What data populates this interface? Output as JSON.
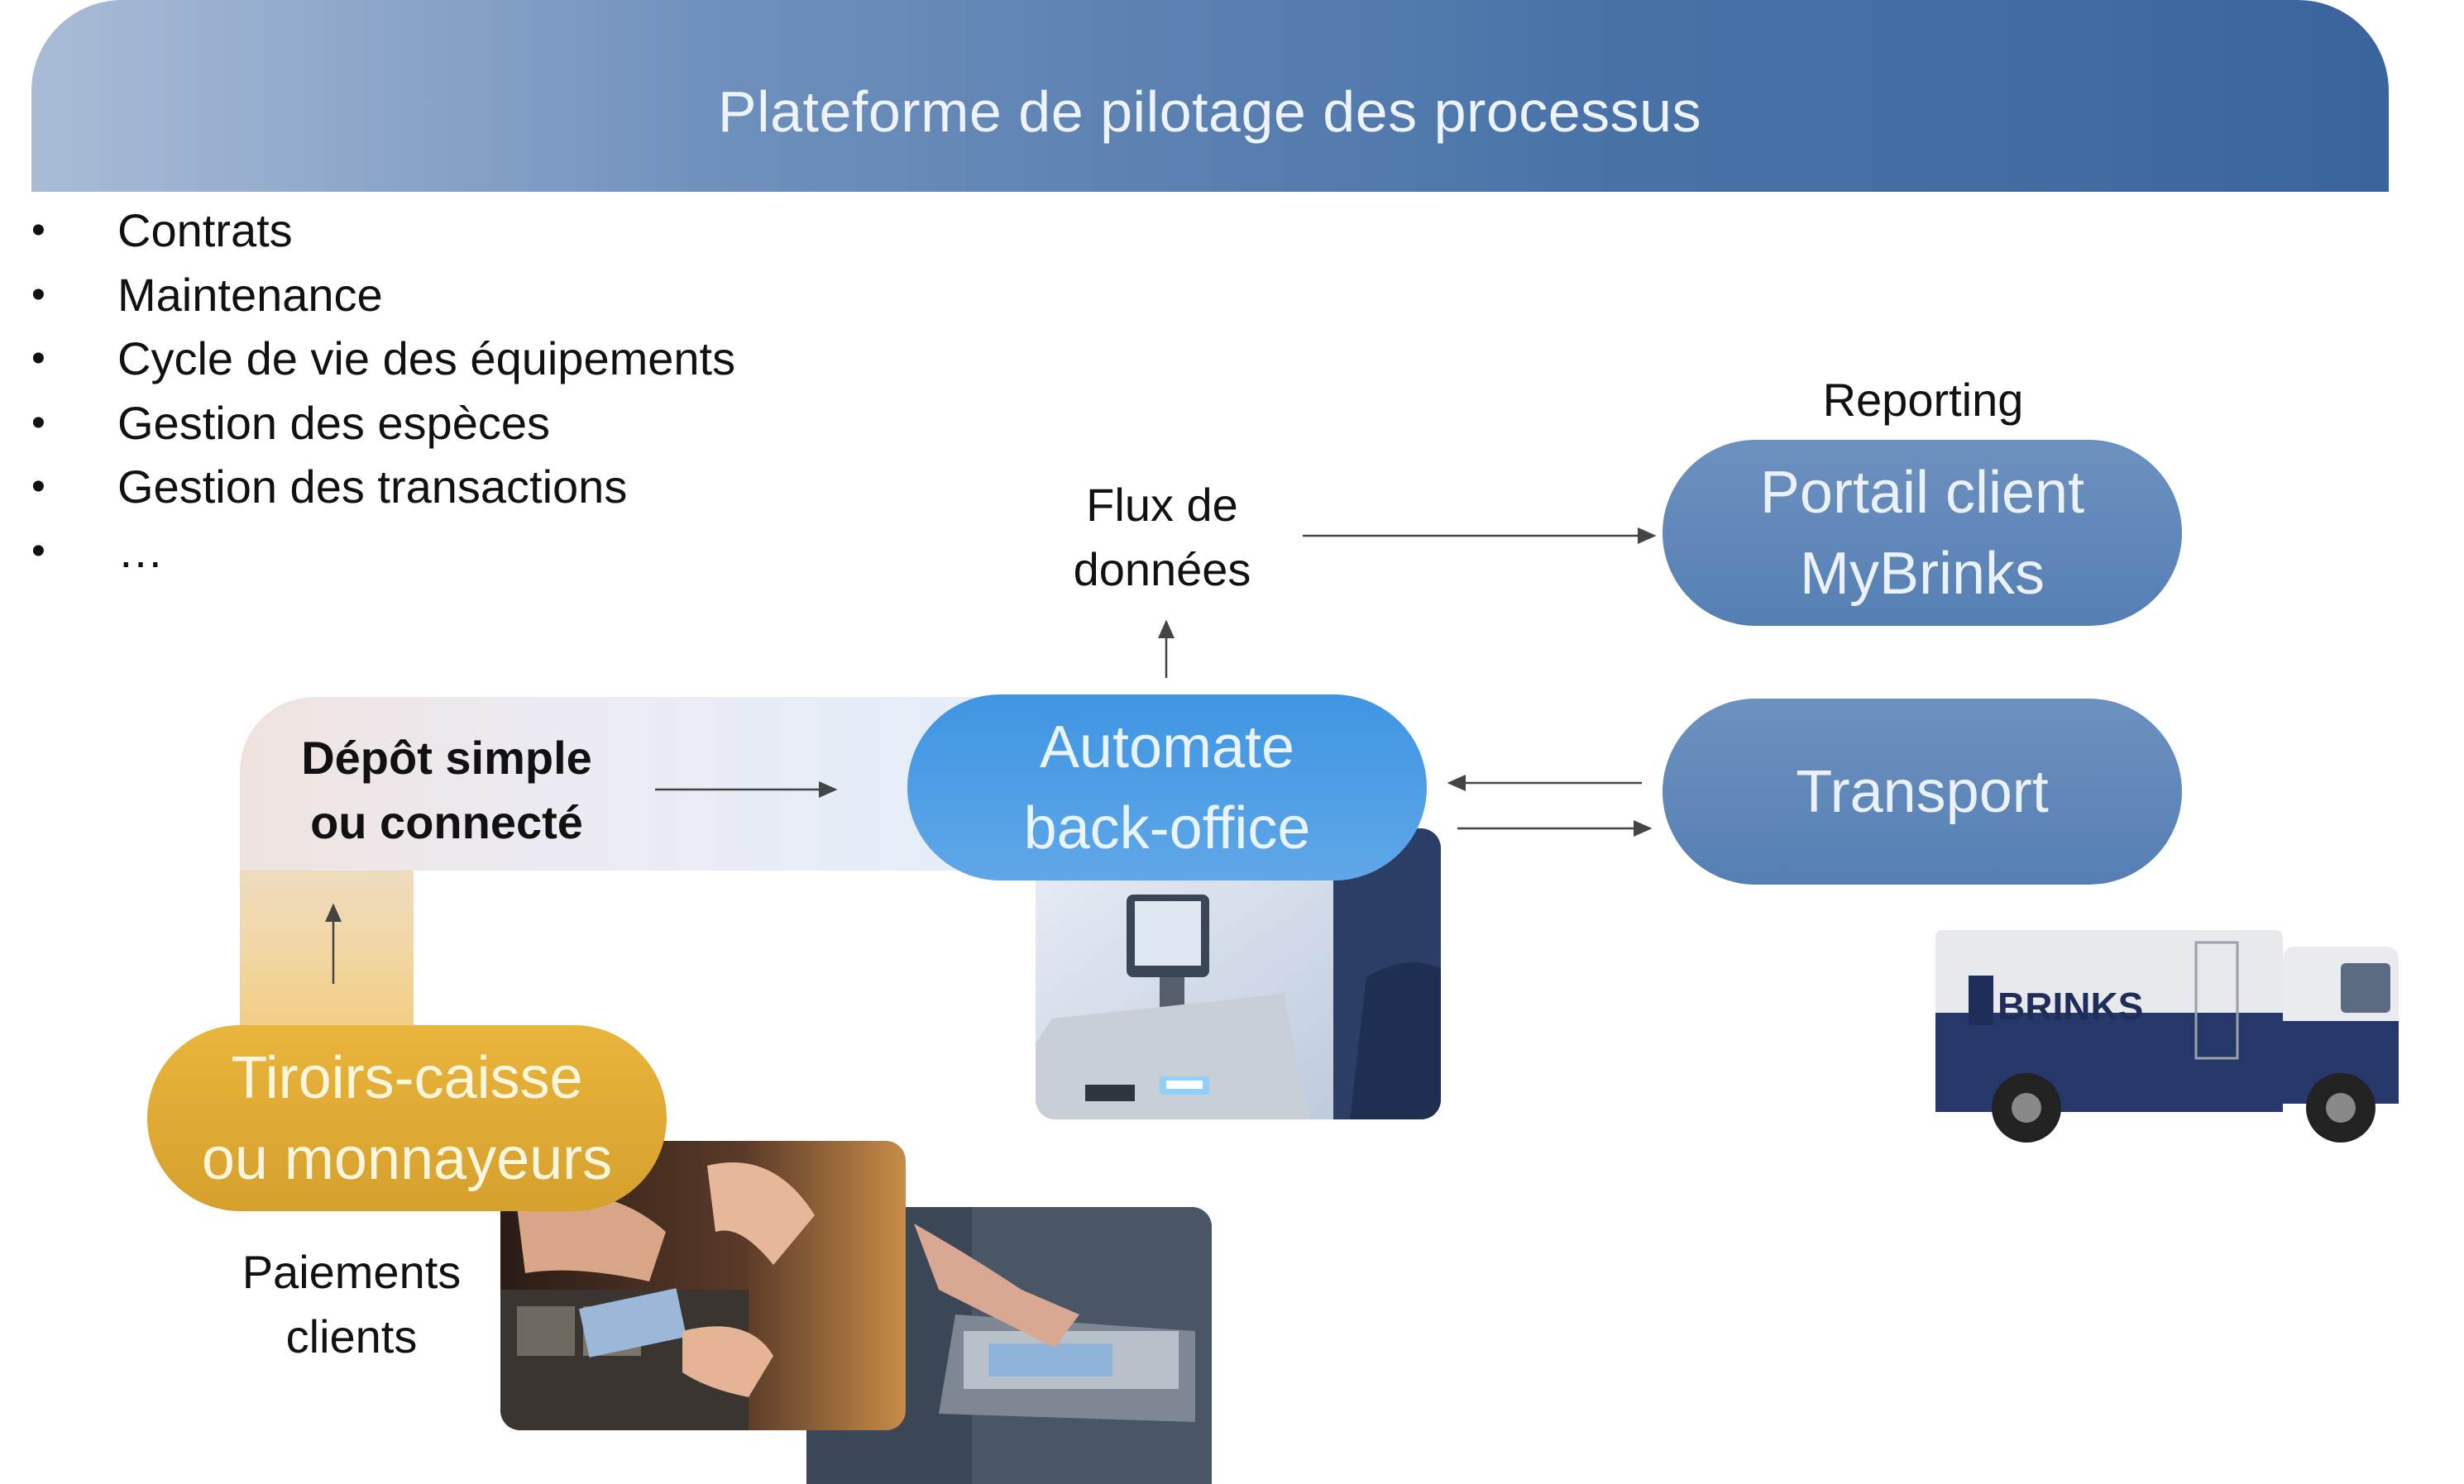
{
  "header": {
    "title": "Plateforme de pilotage des processus"
  },
  "bullets": [
    "Contrats",
    "Maintenance",
    "Cycle de vie des équipements",
    "Gestion des espèces",
    "Gestion des transactions",
    "…"
  ],
  "labels": {
    "reporting": "Reporting",
    "flux_line1": "Flux de",
    "flux_line2": "données",
    "depot_line1": "Dépôt simple",
    "depot_line2": "ou connecté",
    "paiements_line1": "Paiements",
    "paiements_line2": "clients"
  },
  "pills": {
    "automate_line1": "Automate",
    "automate_line2": "back-office",
    "tiroirs_line1": "Tiroirs-caisse",
    "tiroirs_line2": "ou monnayeurs",
    "portail_line1": "Portail client",
    "portail_line2": "MyBrinks",
    "transport": "Transport"
  },
  "truck_brand": "BRINKS",
  "colors": {
    "header": "#4a74a8",
    "automate": "#4a9be4",
    "tiroirs": "#e2ac35",
    "portail": "#5f88bb",
    "transport": "#5f88bb",
    "arrow": "#444444"
  }
}
